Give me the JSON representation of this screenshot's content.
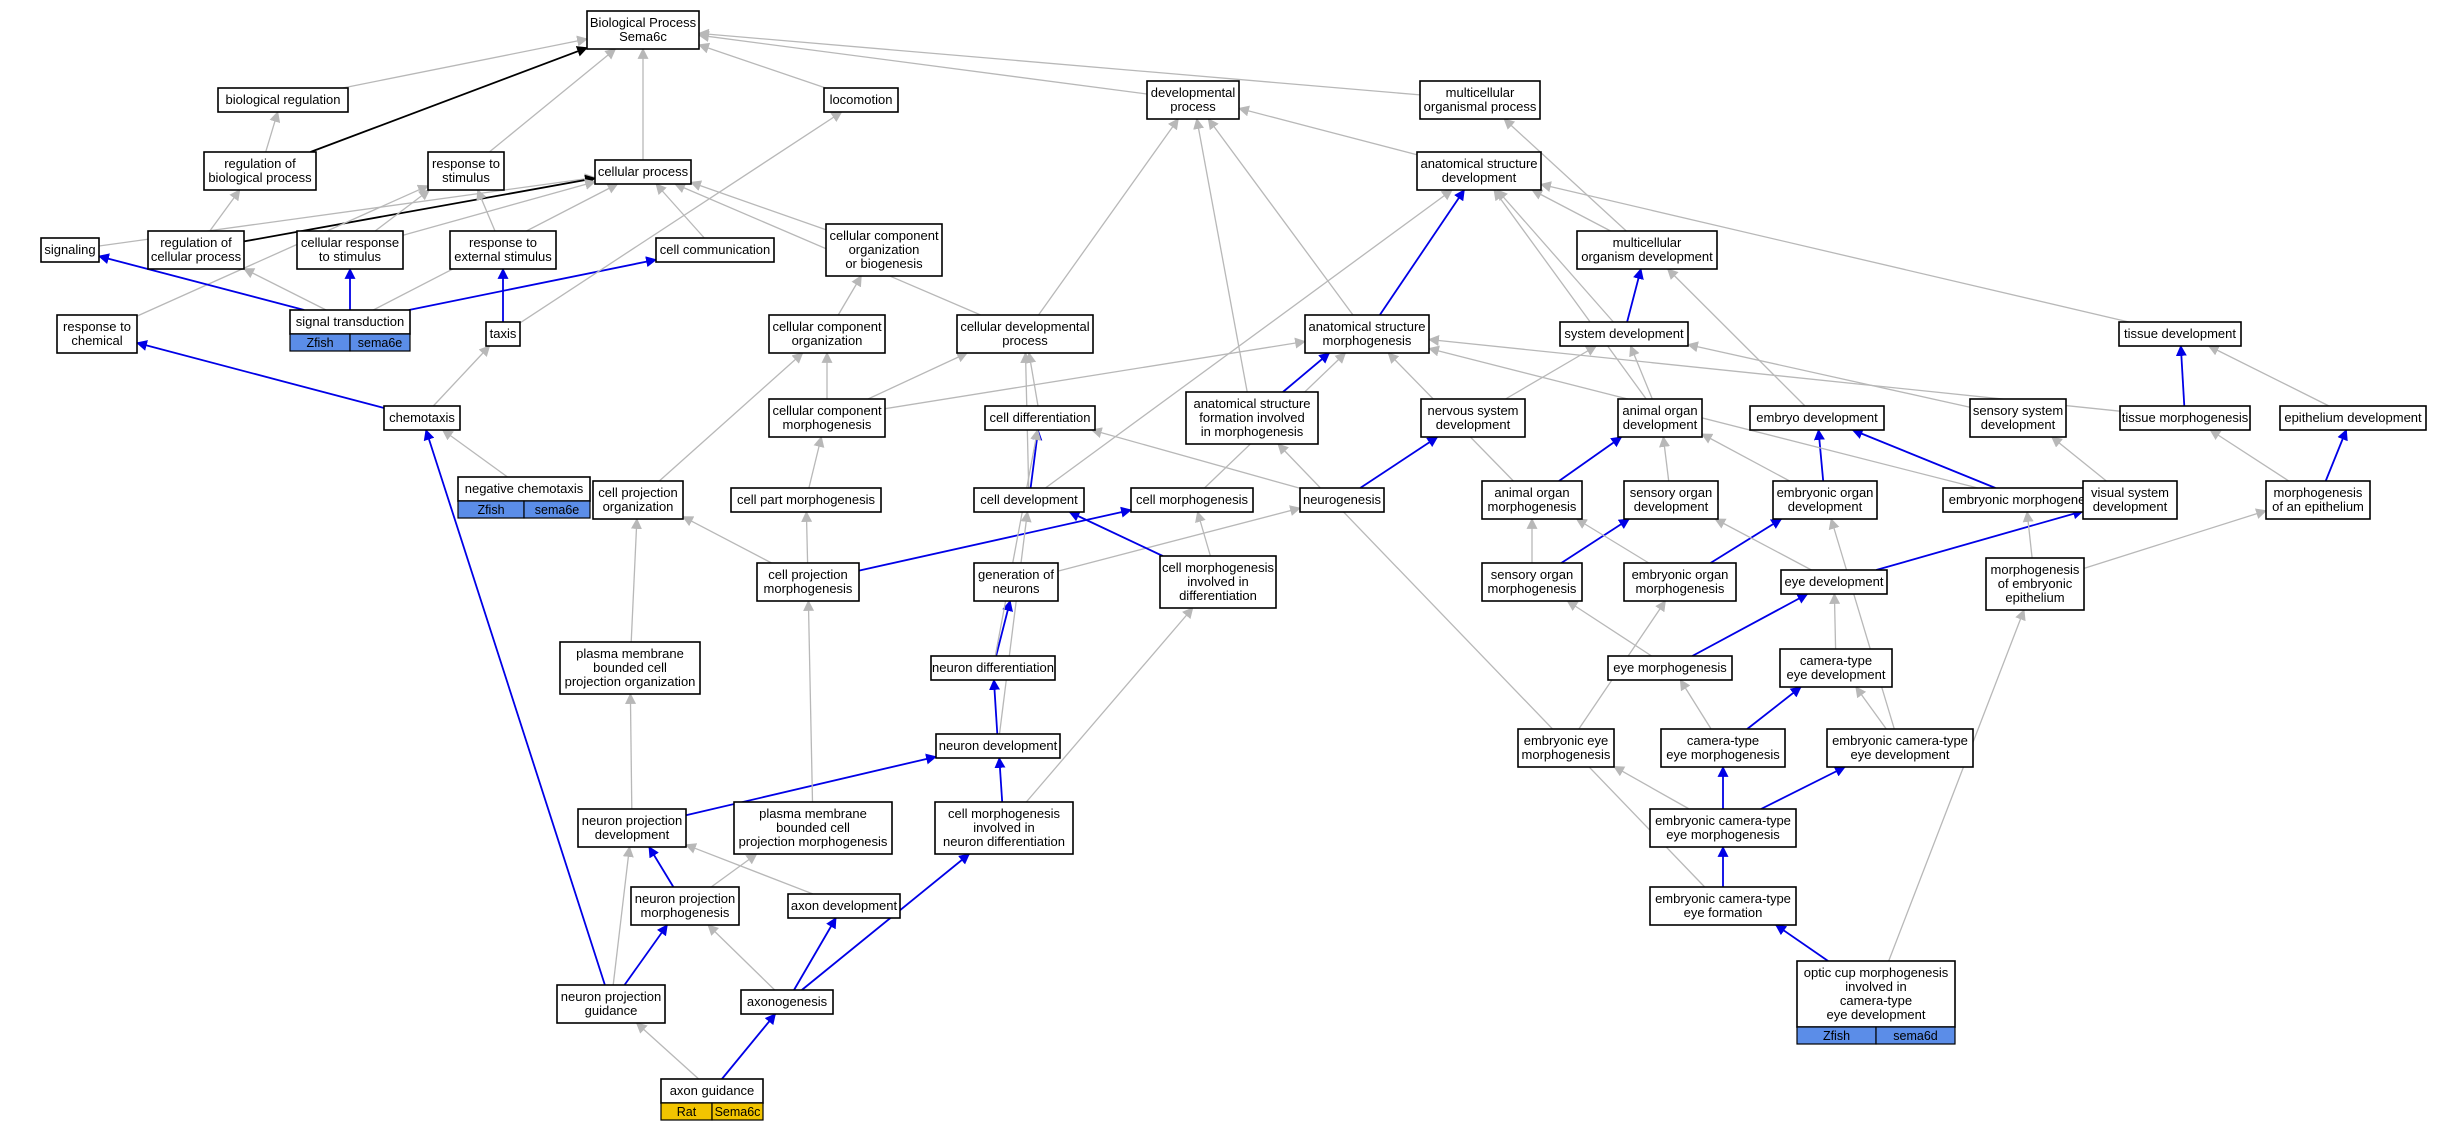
{
  "colors": {
    "regular_edge": "#b8b8b8",
    "highlight_edge": "#0000e6",
    "regulation_edge": "#000000",
    "zfish_tag": "#5b8de8",
    "rat_tag": "#f2c400"
  },
  "nodes": [
    {
      "id": "bp",
      "lines": [
        "Biological Process",
        "Sema6c"
      ]
    },
    {
      "id": "biolreg",
      "lines": [
        "biological regulation"
      ]
    },
    {
      "id": "locomotion",
      "lines": [
        "locomotion"
      ]
    },
    {
      "id": "devproc",
      "lines": [
        "developmental",
        "process"
      ]
    },
    {
      "id": "multiproc",
      "lines": [
        "multicellular",
        "organismal process"
      ]
    },
    {
      "id": "regbp",
      "lines": [
        "regulation of",
        "biological process"
      ]
    },
    {
      "id": "respstim",
      "lines": [
        "response to",
        "stimulus"
      ]
    },
    {
      "id": "cellproc",
      "lines": [
        "cellular process"
      ]
    },
    {
      "id": "asd",
      "lines": [
        "anatomical structure",
        "development"
      ]
    },
    {
      "id": "signaling",
      "lines": [
        "signaling"
      ]
    },
    {
      "id": "regcp",
      "lines": [
        "regulation of",
        "cellular process"
      ]
    },
    {
      "id": "cellresp",
      "lines": [
        "cellular response",
        "to stimulus"
      ]
    },
    {
      "id": "respext",
      "lines": [
        "response to",
        "external stimulus"
      ]
    },
    {
      "id": "cellcomm",
      "lines": [
        "cell communication"
      ]
    },
    {
      "id": "ccob",
      "lines": [
        "cellular component",
        "organization",
        "or biogenesis"
      ]
    },
    {
      "id": "mod",
      "lines": [
        "multicellular",
        "organism development"
      ]
    },
    {
      "id": "resptochem",
      "lines": [
        "response to",
        "chemical"
      ]
    },
    {
      "id": "sigtrans",
      "lines": [
        "signal transduction"
      ],
      "tags": [
        {
          "label": "Zfish",
          "kind": "zfish"
        },
        {
          "label": "sema6e",
          "kind": "zfish"
        }
      ]
    },
    {
      "id": "taxis",
      "lines": [
        "taxis"
      ]
    },
    {
      "id": "cco",
      "lines": [
        "cellular component",
        "organization"
      ]
    },
    {
      "id": "cdp",
      "lines": [
        "cellular developmental",
        "process"
      ]
    },
    {
      "id": "asm",
      "lines": [
        "anatomical structure",
        "morphogenesis"
      ]
    },
    {
      "id": "sysdev",
      "lines": [
        "system development"
      ]
    },
    {
      "id": "tissuedev",
      "lines": [
        "tissue development"
      ]
    },
    {
      "id": "chemotaxis",
      "lines": [
        "chemotaxis"
      ]
    },
    {
      "id": "ccm",
      "lines": [
        "cellular component",
        "morphogenesis"
      ]
    },
    {
      "id": "celldiff",
      "lines": [
        "cell differentiation"
      ]
    },
    {
      "id": "asfim",
      "lines": [
        "anatomical structure",
        "formation involved",
        "in morphogenesis"
      ]
    },
    {
      "id": "nsd",
      "lines": [
        "nervous system",
        "development"
      ]
    },
    {
      "id": "aod",
      "lines": [
        "animal organ",
        "development"
      ]
    },
    {
      "id": "embdev",
      "lines": [
        "embryo development"
      ]
    },
    {
      "id": "ssd",
      "lines": [
        "sensory system",
        "development"
      ]
    },
    {
      "id": "tissuemorph",
      "lines": [
        "tissue morphogenesis"
      ]
    },
    {
      "id": "epidev",
      "lines": [
        "epithelium development"
      ]
    },
    {
      "id": "negchem",
      "lines": [
        "negative chemotaxis"
      ],
      "tags": [
        {
          "label": "Zfish",
          "kind": "zfish"
        },
        {
          "label": "sema6e",
          "kind": "zfish"
        }
      ]
    },
    {
      "id": "cpo",
      "lines": [
        "cell projection",
        "organization"
      ]
    },
    {
      "id": "cpm",
      "lines": [
        "cell part morphogenesis"
      ]
    },
    {
      "id": "celldev",
      "lines": [
        "cell development"
      ]
    },
    {
      "id": "cellmorph",
      "lines": [
        "cell morphogenesis"
      ]
    },
    {
      "id": "neurogenesis",
      "lines": [
        "neurogenesis"
      ]
    },
    {
      "id": "aom",
      "lines": [
        "animal organ",
        "morphogenesis"
      ]
    },
    {
      "id": "sod",
      "lines": [
        "sensory organ",
        "development"
      ]
    },
    {
      "id": "eod",
      "lines": [
        "embryonic organ",
        "development"
      ]
    },
    {
      "id": "embmorph",
      "lines": [
        "embryonic morphogenesis"
      ]
    },
    {
      "id": "vsd",
      "lines": [
        "visual system",
        "development"
      ]
    },
    {
      "id": "moe",
      "lines": [
        "morphogenesis",
        "of an epithelium"
      ]
    },
    {
      "id": "cprojm",
      "lines": [
        "cell projection",
        "morphogenesis"
      ]
    },
    {
      "id": "genneur",
      "lines": [
        "generation of",
        "neurons"
      ]
    },
    {
      "id": "cmid",
      "lines": [
        "cell morphogenesis",
        "involved in",
        "differentiation"
      ]
    },
    {
      "id": "som",
      "lines": [
        "sensory organ",
        "morphogenesis"
      ]
    },
    {
      "id": "eom",
      "lines": [
        "embryonic organ",
        "morphogenesis"
      ]
    },
    {
      "id": "eyedev",
      "lines": [
        "eye development"
      ]
    },
    {
      "id": "moee",
      "lines": [
        "morphogenesis",
        "of embryonic",
        "epithelium"
      ]
    },
    {
      "id": "pmbcpo",
      "lines": [
        "plasma membrane",
        "bounded cell",
        "projection organization"
      ]
    },
    {
      "id": "neurdiff",
      "lines": [
        "neuron differentiation"
      ]
    },
    {
      "id": "eyemorph",
      "lines": [
        "eye morphogenesis"
      ]
    },
    {
      "id": "cted",
      "lines": [
        "camera-type",
        "eye development"
      ]
    },
    {
      "id": "embeyem",
      "lines": [
        "embryonic eye",
        "morphogenesis"
      ]
    },
    {
      "id": "ctem",
      "lines": [
        "camera-type",
        "eye morphogenesis"
      ]
    },
    {
      "id": "ected",
      "lines": [
        "embryonic camera-type",
        "eye development"
      ]
    },
    {
      "id": "neurdev",
      "lines": [
        "neuron development"
      ]
    },
    {
      "id": "npd",
      "lines": [
        "neuron projection",
        "development"
      ]
    },
    {
      "id": "pmbcpm",
      "lines": [
        "plasma membrane",
        "bounded cell",
        "projection morphogenesis"
      ]
    },
    {
      "id": "cmind",
      "lines": [
        "cell morphogenesis",
        "involved in",
        "neuron differentiation"
      ]
    },
    {
      "id": "ectem",
      "lines": [
        "embryonic camera-type",
        "eye morphogenesis"
      ]
    },
    {
      "id": "npm",
      "lines": [
        "neuron projection",
        "morphogenesis"
      ]
    },
    {
      "id": "axondev",
      "lines": [
        "axon development"
      ]
    },
    {
      "id": "ectef",
      "lines": [
        "embryonic camera-type",
        "eye formation"
      ]
    },
    {
      "id": "npg",
      "lines": [
        "neuron projection",
        "guidance"
      ]
    },
    {
      "id": "axonogenesis",
      "lines": [
        "axonogenesis"
      ]
    },
    {
      "id": "ocm",
      "lines": [
        "optic cup morphogenesis",
        "involved in",
        "camera-type",
        "eye development"
      ],
      "tags": [
        {
          "label": "Zfish",
          "kind": "zfish"
        },
        {
          "label": "sema6d",
          "kind": "zfish"
        }
      ]
    },
    {
      "id": "axonguid",
      "lines": [
        "axon guidance"
      ],
      "tags": [
        {
          "label": "Rat",
          "kind": "rat"
        },
        {
          "label": "Sema6c",
          "kind": "rat"
        }
      ]
    }
  ],
  "edges": [
    {
      "from": "biolreg",
      "to": "bp",
      "kind": "is_a"
    },
    {
      "from": "regbp",
      "to": "bp",
      "kind": "regulates"
    },
    {
      "from": "respstim",
      "to": "bp",
      "kind": "is_a"
    },
    {
      "from": "cellproc",
      "to": "bp",
      "kind": "is_a"
    },
    {
      "from": "locomotion",
      "to": "bp",
      "kind": "is_a"
    },
    {
      "from": "devproc",
      "to": "bp",
      "kind": "is_a"
    },
    {
      "from": "multiproc",
      "to": "bp",
      "kind": "is_a"
    },
    {
      "from": "regbp",
      "to": "biolreg",
      "kind": "is_a"
    },
    {
      "from": "signaling",
      "to": "cellproc",
      "kind": "is_a"
    },
    {
      "from": "regcp",
      "to": "regbp",
      "kind": "is_a"
    },
    {
      "from": "regcp",
      "to": "cellproc",
      "kind": "regulates"
    },
    {
      "from": "cellresp",
      "to": "respstim",
      "kind": "is_a"
    },
    {
      "from": "cellresp",
      "to": "cellproc",
      "kind": "is_a"
    },
    {
      "from": "respext",
      "to": "respstim",
      "kind": "is_a"
    },
    {
      "from": "cellcomm",
      "to": "cellproc",
      "kind": "is_a"
    },
    {
      "from": "ccob",
      "to": "cellproc",
      "kind": "is_a"
    },
    {
      "from": "asd",
      "to": "devproc",
      "kind": "is_a"
    },
    {
      "from": "mod",
      "to": "asd",
      "kind": "is_a"
    },
    {
      "from": "mod",
      "to": "multiproc",
      "kind": "is_a"
    },
    {
      "from": "resptochem",
      "to": "respstim",
      "kind": "is_a"
    },
    {
      "from": "sigtrans",
      "to": "signaling",
      "kind": "highlight"
    },
    {
      "from": "sigtrans",
      "to": "cellresp",
      "kind": "highlight"
    },
    {
      "from": "sigtrans",
      "to": "cellcomm",
      "kind": "highlight"
    },
    {
      "from": "sigtrans",
      "to": "regcp",
      "kind": "is_a"
    },
    {
      "from": "sigtrans",
      "to": "cellproc",
      "kind": "is_a"
    },
    {
      "from": "taxis",
      "to": "respext",
      "kind": "highlight"
    },
    {
      "from": "taxis",
      "to": "locomotion",
      "kind": "is_a"
    },
    {
      "from": "cco",
      "to": "ccob",
      "kind": "is_a"
    },
    {
      "from": "cdp",
      "to": "cellproc",
      "kind": "is_a"
    },
    {
      "from": "cdp",
      "to": "devproc",
      "kind": "is_a"
    },
    {
      "from": "asm",
      "to": "asd",
      "kind": "highlight"
    },
    {
      "from": "asm",
      "to": "devproc",
      "kind": "is_a"
    },
    {
      "from": "sysdev",
      "to": "mod",
      "kind": "highlight"
    },
    {
      "from": "sysdev",
      "to": "asd",
      "kind": "is_a"
    },
    {
      "from": "tissuedev",
      "to": "asd",
      "kind": "is_a"
    },
    {
      "from": "chemotaxis",
      "to": "resptochem",
      "kind": "highlight"
    },
    {
      "from": "chemotaxis",
      "to": "taxis",
      "kind": "is_a"
    },
    {
      "from": "ccm",
      "to": "cco",
      "kind": "is_a"
    },
    {
      "from": "ccm",
      "to": "asm",
      "kind": "is_a"
    },
    {
      "from": "ccm",
      "to": "cdp",
      "kind": "is_a"
    },
    {
      "from": "celldiff",
      "to": "cdp",
      "kind": "is_a"
    },
    {
      "from": "asfim",
      "to": "asm",
      "kind": "highlight"
    },
    {
      "from": "asfim",
      "to": "devproc",
      "kind": "is_a"
    },
    {
      "from": "nsd",
      "to": "sysdev",
      "kind": "is_a"
    },
    {
      "from": "aod",
      "to": "sysdev",
      "kind": "is_a"
    },
    {
      "from": "aod",
      "to": "asd",
      "kind": "is_a"
    },
    {
      "from": "embdev",
      "to": "mod",
      "kind": "is_a"
    },
    {
      "from": "ssd",
      "to": "sysdev",
      "kind": "is_a"
    },
    {
      "from": "tissuemorph",
      "to": "tissuedev",
      "kind": "highlight"
    },
    {
      "from": "tissuemorph",
      "to": "asm",
      "kind": "is_a"
    },
    {
      "from": "epidev",
      "to": "tissuedev",
      "kind": "is_a"
    },
    {
      "from": "negchem",
      "to": "chemotaxis",
      "kind": "is_a"
    },
    {
      "from": "cpo",
      "to": "cco",
      "kind": "is_a"
    },
    {
      "from": "cpm",
      "to": "ccm",
      "kind": "is_a"
    },
    {
      "from": "celldev",
      "to": "celldiff",
      "kind": "highlight"
    },
    {
      "from": "celldev",
      "to": "cdp",
      "kind": "is_a"
    },
    {
      "from": "celldev",
      "to": "asd",
      "kind": "is_a"
    },
    {
      "from": "cellmorph",
      "to": "asm",
      "kind": "is_a"
    },
    {
      "from": "neurogenesis",
      "to": "nsd",
      "kind": "highlight"
    },
    {
      "from": "neurogenesis",
      "to": "celldiff",
      "kind": "is_a"
    },
    {
      "from": "aom",
      "to": "aod",
      "kind": "highlight"
    },
    {
      "from": "aom",
      "to": "asm",
      "kind": "is_a"
    },
    {
      "from": "sod",
      "to": "aod",
      "kind": "is_a"
    },
    {
      "from": "eod",
      "to": "embdev",
      "kind": "highlight"
    },
    {
      "from": "eod",
      "to": "aod",
      "kind": "is_a"
    },
    {
      "from": "embmorph",
      "to": "embdev",
      "kind": "highlight"
    },
    {
      "from": "embmorph",
      "to": "asm",
      "kind": "is_a"
    },
    {
      "from": "vsd",
      "to": "ssd",
      "kind": "is_a"
    },
    {
      "from": "moe",
      "to": "epidev",
      "kind": "highlight"
    },
    {
      "from": "moe",
      "to": "tissuemorph",
      "kind": "is_a"
    },
    {
      "from": "cprojm",
      "to": "cellmorph",
      "kind": "highlight"
    },
    {
      "from": "cprojm",
      "to": "cpm",
      "kind": "is_a"
    },
    {
      "from": "cprojm",
      "to": "cpo",
      "kind": "is_a"
    },
    {
      "from": "genneur",
      "to": "neurogenesis",
      "kind": "is_a"
    },
    {
      "from": "cmid",
      "to": "celldev",
      "kind": "highlight"
    },
    {
      "from": "cmid",
      "to": "cellmorph",
      "kind": "is_a"
    },
    {
      "from": "som",
      "to": "sod",
      "kind": "highlight"
    },
    {
      "from": "som",
      "to": "aom",
      "kind": "is_a"
    },
    {
      "from": "eom",
      "to": "eod",
      "kind": "highlight"
    },
    {
      "from": "eom",
      "to": "aom",
      "kind": "is_a"
    },
    {
      "from": "eyedev",
      "to": "vsd",
      "kind": "highlight"
    },
    {
      "from": "eyedev",
      "to": "sod",
      "kind": "is_a"
    },
    {
      "from": "moee",
      "to": "moe",
      "kind": "is_a"
    },
    {
      "from": "moee",
      "to": "embmorph",
      "kind": "is_a"
    },
    {
      "from": "pmbcpo",
      "to": "cpo",
      "kind": "is_a"
    },
    {
      "from": "neurdiff",
      "to": "genneur",
      "kind": "highlight"
    },
    {
      "from": "neurdiff",
      "to": "celldiff",
      "kind": "is_a"
    },
    {
      "from": "eyemorph",
      "to": "eyedev",
      "kind": "highlight"
    },
    {
      "from": "eyemorph",
      "to": "som",
      "kind": "is_a"
    },
    {
      "from": "cted",
      "to": "eyedev",
      "kind": "is_a"
    },
    {
      "from": "embeyem",
      "to": "eom",
      "kind": "is_a"
    },
    {
      "from": "ctem",
      "to": "cted",
      "kind": "highlight"
    },
    {
      "from": "ctem",
      "to": "eyemorph",
      "kind": "is_a"
    },
    {
      "from": "ected",
      "to": "cted",
      "kind": "is_a"
    },
    {
      "from": "ected",
      "to": "eod",
      "kind": "is_a"
    },
    {
      "from": "neurdev",
      "to": "neurdiff",
      "kind": "highlight"
    },
    {
      "from": "neurdev",
      "to": "celldev",
      "kind": "is_a"
    },
    {
      "from": "npd",
      "to": "neurdev",
      "kind": "highlight"
    },
    {
      "from": "npd",
      "to": "pmbcpo",
      "kind": "is_a"
    },
    {
      "from": "pmbcpm",
      "to": "cprojm",
      "kind": "is_a"
    },
    {
      "from": "cmind",
      "to": "neurdev",
      "kind": "highlight"
    },
    {
      "from": "cmind",
      "to": "cmid",
      "kind": "is_a"
    },
    {
      "from": "ectem",
      "to": "ctem",
      "kind": "highlight"
    },
    {
      "from": "ectem",
      "to": "ected",
      "kind": "highlight"
    },
    {
      "from": "ectem",
      "to": "embeyem",
      "kind": "is_a"
    },
    {
      "from": "npm",
      "to": "npd",
      "kind": "highlight"
    },
    {
      "from": "npm",
      "to": "pmbcpm",
      "kind": "is_a"
    },
    {
      "from": "axondev",
      "to": "npd",
      "kind": "is_a"
    },
    {
      "from": "ectef",
      "to": "ectem",
      "kind": "highlight"
    },
    {
      "from": "ectef",
      "to": "asfim",
      "kind": "is_a"
    },
    {
      "from": "npg",
      "to": "npm",
      "kind": "highlight"
    },
    {
      "from": "npg",
      "to": "chemotaxis",
      "kind": "highlight"
    },
    {
      "from": "npg",
      "to": "npd",
      "kind": "is_a"
    },
    {
      "from": "axonogenesis",
      "to": "axondev",
      "kind": "highlight"
    },
    {
      "from": "axonogenesis",
      "to": "cmind",
      "kind": "highlight"
    },
    {
      "from": "axonogenesis",
      "to": "npm",
      "kind": "is_a"
    },
    {
      "from": "ocm",
      "to": "ectef",
      "kind": "highlight"
    },
    {
      "from": "ocm",
      "to": "moee",
      "kind": "is_a"
    },
    {
      "from": "axonguid",
      "to": "axonogenesis",
      "kind": "highlight"
    },
    {
      "from": "axonguid",
      "to": "npg",
      "kind": "is_a"
    }
  ]
}
